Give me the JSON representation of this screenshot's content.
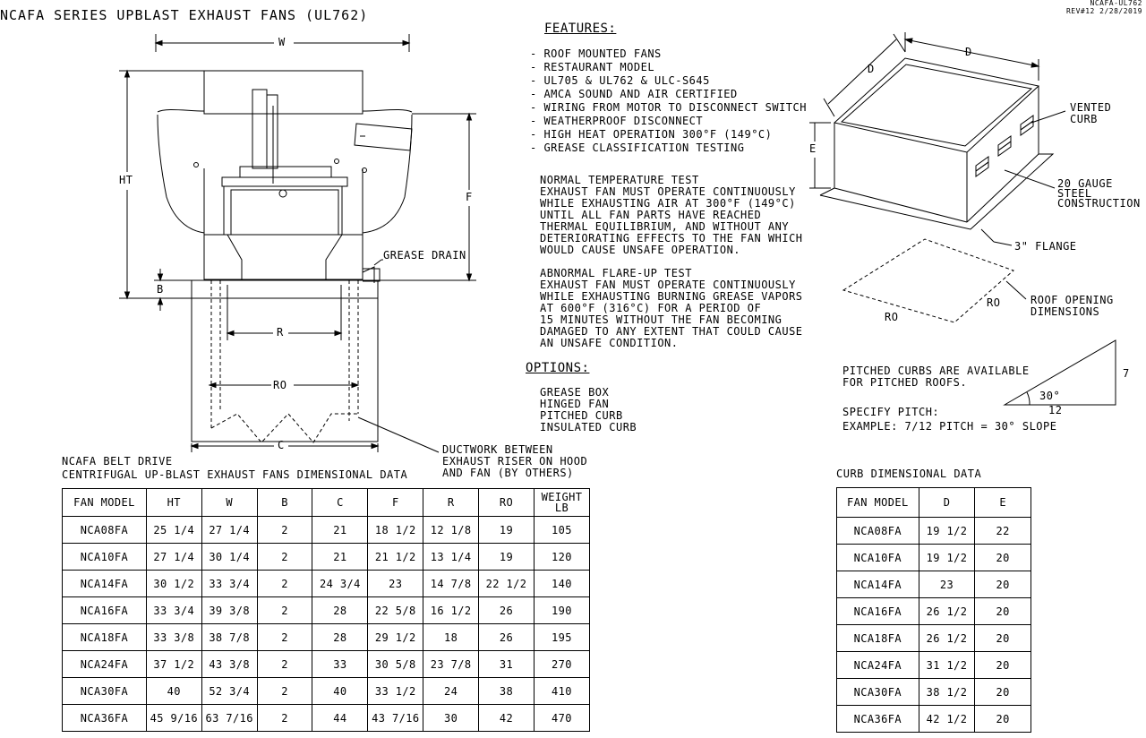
{
  "header": {
    "title": "NCAFA SERIES UPBLAST EXHAUST FANS (UL762)",
    "doc_id": "NCAFA-UL762",
    "revision": "REV#12  2/28/2019"
  },
  "fan_drawing": {
    "labels": {
      "w": "W",
      "ht": "HT",
      "f": "F",
      "b": "B",
      "r": "R",
      "ro": "RO",
      "c": "C",
      "grease_drain": "GREASE DRAIN",
      "ductwork": [
        "DUCTWORK BETWEEN",
        "EXHAUST RISER ON HOOD",
        "AND FAN (BY OTHERS)"
      ]
    }
  },
  "features": {
    "heading": "FEATURES:",
    "items": [
      "- ROOF MOUNTED FANS",
      "- RESTAURANT MODEL",
      "- UL705 & UL762 & ULC-S645",
      "- AMCA SOUND AND AIR CERTIFIED",
      "- WIRING FROM MOTOR TO DISCONNECT SWITCH",
      "- WEATHERPROOF DISCONNECT",
      "- HIGH HEAT OPERATION 300°F (149°C)",
      "- GREASE CLASSIFICATION TESTING"
    ]
  },
  "normal_test": {
    "lines": [
      "NORMAL TEMPERATURE TEST",
      "EXHAUST FAN MUST OPERATE CONTINUOUSLY",
      "WHILE EXHAUSTING AIR AT 300°F (149°C)",
      "UNTIL ALL FAN PARTS HAVE REACHED",
      "THERMAL EQUILIBRIUM, AND WITHOUT ANY",
      "DETERIORATING EFFECTS TO THE FAN WHICH",
      "WOULD CAUSE UNSAFE OPERATION."
    ]
  },
  "flare_test": {
    "lines": [
      "ABNORMAL FLARE-UP TEST",
      "EXHAUST FAN MUST OPERATE CONTINUOUSLY",
      "WHILE EXHAUSTING BURNING GREASE VAPORS",
      "AT 600°F (316°C) FOR A PERIOD OF",
      "15 MINUTES WITHOUT THE FAN BECOMING",
      "DAMAGED TO ANY EXTENT THAT COULD CAUSE",
      "AN UNSAFE CONDITION."
    ]
  },
  "options": {
    "heading": "OPTIONS:",
    "items": [
      "GREASE BOX",
      "HINGED FAN",
      "PITCHED CURB",
      "INSULATED CURB"
    ]
  },
  "curb_drawing": {
    "labels": {
      "d_left": "D",
      "d_top": "D",
      "e": "E",
      "vented_curb": [
        "VENTED",
        "CURB"
      ],
      "steel": [
        "20 GAUGE",
        "STEEL",
        "CONSTRUCTION"
      ],
      "flange": "3\" FLANGE",
      "ro_left": "RO",
      "ro_right": "RO",
      "roof_opening": [
        "ROOF OPENING",
        "DIMENSIONS"
      ]
    }
  },
  "pitch": {
    "lines": [
      "PITCHED CURBS ARE AVAILABLE",
      "FOR PITCHED ROOFS."
    ],
    "specify": "SPECIFY PITCH:",
    "example": "EXAMPLE: 7/12 PITCH = 30° SLOPE",
    "rise": "7",
    "run": "12",
    "angle": "30°"
  },
  "fan_table": {
    "caption": [
      "NCAFA BELT DRIVE",
      "CENTRIFUGAL UP-BLAST EXHAUST FANS DIMENSIONAL DATA"
    ],
    "headers": [
      "FAN MODEL",
      "HT",
      "W",
      "B",
      "C",
      "F",
      "R",
      "RO",
      "WEIGHT\nLB"
    ],
    "rows": [
      [
        "NCA08FA",
        "25 1/4",
        "27 1/4",
        "2",
        "21",
        "18 1/2",
        "12 1/8",
        "19",
        "105"
      ],
      [
        "NCA10FA",
        "27 1/4",
        "30 1/4",
        "2",
        "21",
        "21 1/2",
        "13 1/4",
        "19",
        "120"
      ],
      [
        "NCA14FA",
        "30 1/2",
        "33 3/4",
        "2",
        "24 3/4",
        "23",
        "14 7/8",
        "22 1/2",
        "140"
      ],
      [
        "NCA16FA",
        "33 3/4",
        "39 3/8",
        "2",
        "28",
        "22 5/8",
        "16 1/2",
        "26",
        "190"
      ],
      [
        "NCA18FA",
        "33 3/8",
        "38 7/8",
        "2",
        "28",
        "29 1/2",
        "18",
        "26",
        "195"
      ],
      [
        "NCA24FA",
        "37 1/2",
        "43 3/8",
        "2",
        "33",
        "30 5/8",
        "23 7/8",
        "31",
        "270"
      ],
      [
        "NCA30FA",
        "40",
        "52 3/4",
        "2",
        "40",
        "33 1/2",
        "24",
        "38",
        "410"
      ],
      [
        "NCA36FA",
        "45 9/16",
        "63 7/16",
        "2",
        "44",
        "43 7/16",
        "30",
        "42",
        "470"
      ]
    ]
  },
  "curb_table": {
    "caption": "CURB DIMENSIONAL DATA",
    "headers": [
      "FAN MODEL",
      "D",
      "E"
    ],
    "rows": [
      [
        "NCA08FA",
        "19 1/2",
        "22"
      ],
      [
        "NCA10FA",
        "19 1/2",
        "20"
      ],
      [
        "NCA14FA",
        "23",
        "20"
      ],
      [
        "NCA16FA",
        "26 1/2",
        "20"
      ],
      [
        "NCA18FA",
        "26 1/2",
        "20"
      ],
      [
        "NCA24FA",
        "31 1/2",
        "20"
      ],
      [
        "NCA30FA",
        "38 1/2",
        "20"
      ],
      [
        "NCA36FA",
        "42 1/2",
        "20"
      ]
    ]
  }
}
